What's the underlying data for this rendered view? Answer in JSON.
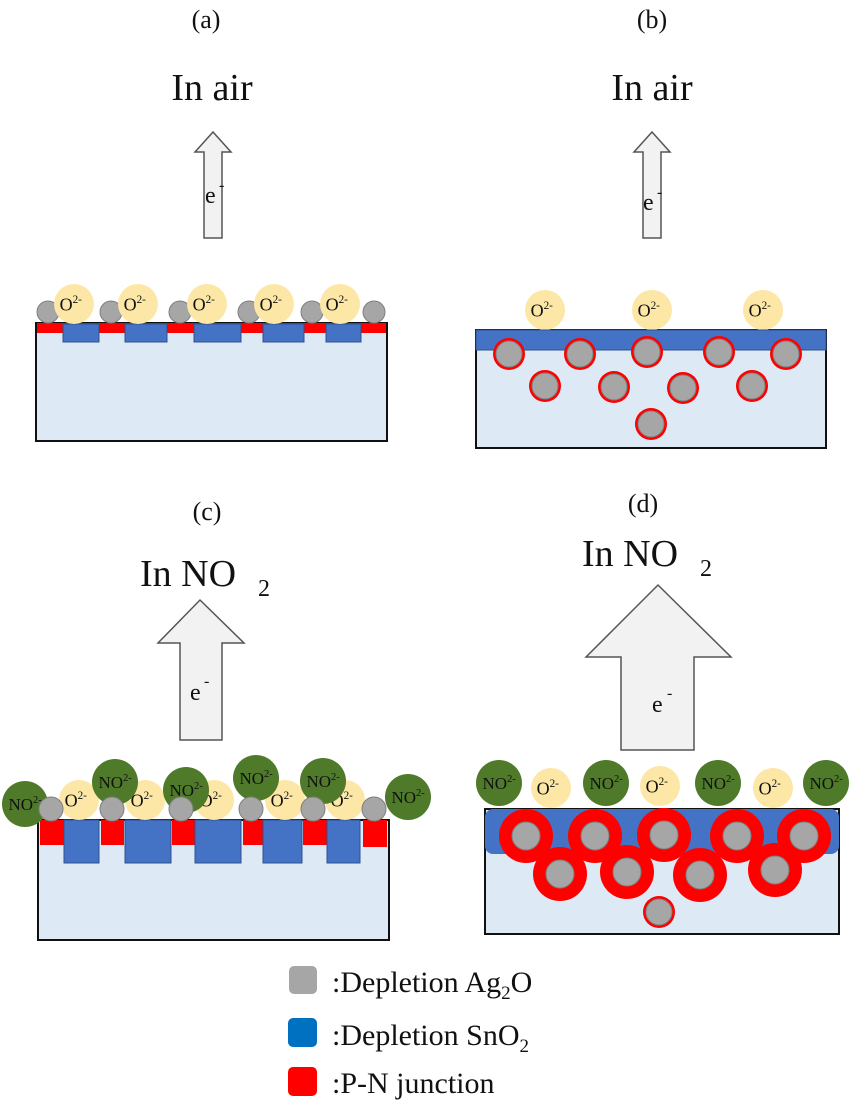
{
  "panels": {
    "a": {
      "label": "(a)",
      "title": "In air",
      "arrow_label": "e",
      "arrow_sup": "-"
    },
    "b": {
      "label": "(b)",
      "title": "In air",
      "arrow_label": "e",
      "arrow_sup": "-"
    },
    "c": {
      "label": "(c)",
      "title": "In NO",
      "title_sub": "2",
      "arrow_label": "e",
      "arrow_sup": "-"
    },
    "d": {
      "label": "(d)",
      "title": "In NO",
      "title_sub": "2",
      "arrow_label": "e",
      "arrow_sup": "-"
    }
  },
  "species": {
    "oxygen": {
      "base": "O",
      "sup": "2-"
    },
    "no2": {
      "base": "NO",
      "sup": "2-"
    }
  },
  "legend": [
    {
      "label": ":Depletion Ag",
      "sub": "2",
      "tail": "O",
      "color": "#a6a6a6"
    },
    {
      "label": ":Depletion SnO",
      "sub": "2",
      "tail": "",
      "color": "#0070c0"
    },
    {
      "label": ":P-N junction",
      "sub": "",
      "tail": "",
      "color": "#ff0000"
    }
  ],
  "colors": {
    "substrate": "#dde9f5",
    "depletion_sno2": "#4472c4",
    "pn_junction": "#ff0000",
    "ag2o": "#a6a6a6",
    "oxygen_ion": "#fde7a6",
    "no2_ion": "#4e7a2a",
    "arrow_fill": "#f2f2f2"
  }
}
